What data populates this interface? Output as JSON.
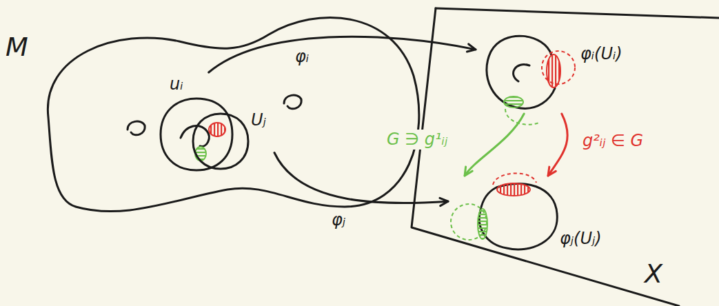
{
  "diagram": {
    "nodes": [
      {
        "text": [
          "M"
        ]
      },
      {
        "text": [
          "uᵢ"
        ],
        "in": 0
      },
      {
        "text": [
          "Uⱼ"
        ],
        "in": 0
      },
      {
        "text": [
          "X"
        ]
      },
      {
        "text": [
          "φᵢ(Uᵢ)"
        ],
        "in": 3
      },
      {
        "text": [
          "φⱼ(Uⱼ)"
        ],
        "in": 3
      }
    ],
    "edges": [
      {
        "from": 1,
        "to": 4,
        "arrow": "to",
        "label": "φᵢ"
      },
      {
        "from": 2,
        "to": 5,
        "arrow": "to",
        "label": "φⱼ"
      },
      {
        "from": 4,
        "to": 5,
        "arrow": "to",
        "label": "g²ᵢⱼ ∈ G"
      },
      {
        "from": 4,
        "to": 5,
        "arrow": "to",
        "label": "G ∋ g¹ᵢⱼ"
      }
    ]
  }
}
